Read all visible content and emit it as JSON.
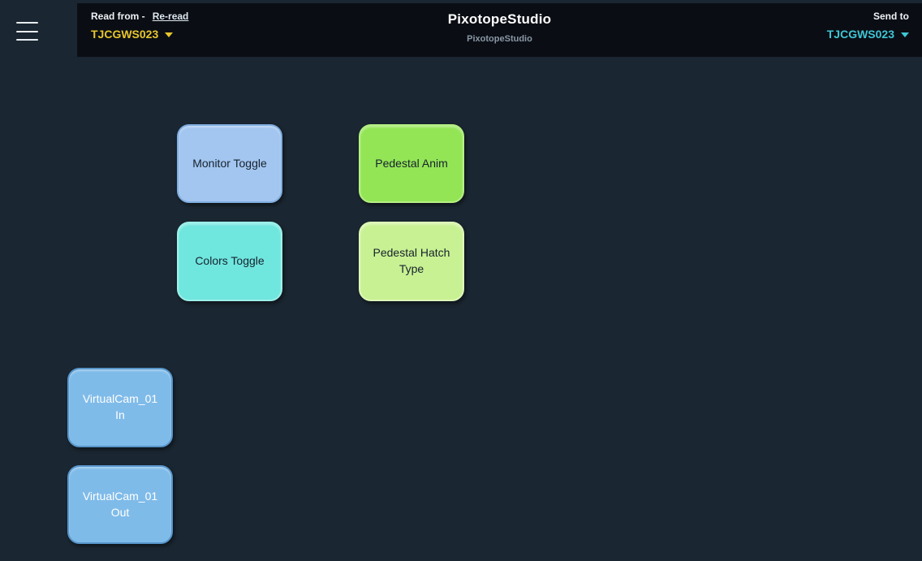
{
  "colors": {
    "page_background": "#1a2631",
    "header_background": "#0a0e14",
    "source_device_color": "#e8c62c",
    "target_device_color": "#3fc6d4"
  },
  "header": {
    "read_from_label": "Read from -",
    "reread_link": "Re-read",
    "source_device": "TJCGWS023",
    "title": "PixotopeStudio",
    "subtitle": "PixotopeStudio",
    "send_to_label": "Send to",
    "target_device": "TJCGWS023"
  },
  "menu": {
    "icon": "hamburger-icon"
  },
  "buttons": [
    {
      "label": "Monitor Toggle",
      "fill": "#a3c6f0",
      "border": "#7fadde",
      "text_color": "#17222e"
    },
    {
      "label": "Pedestal Anim",
      "fill": "#93e556",
      "border": "#b5ef83",
      "text_color": "#17222e"
    },
    {
      "label": "Colors Toggle",
      "fill": "#6fe6de",
      "border": "#9cf0ea",
      "text_color": "#17222e"
    },
    {
      "label": "Pedestal Hatch Type",
      "fill": "#c8f193",
      "border": "#def7b8",
      "text_color": "#17222e"
    },
    {
      "label": "VirtualCam_01 In",
      "fill": "#7fbbe9",
      "border": "#5795ca",
      "text_color": "#ffffff"
    },
    {
      "label": "VirtualCam_01 Out",
      "fill": "#7fbbe9",
      "border": "#5795ca",
      "text_color": "#ffffff"
    }
  ]
}
